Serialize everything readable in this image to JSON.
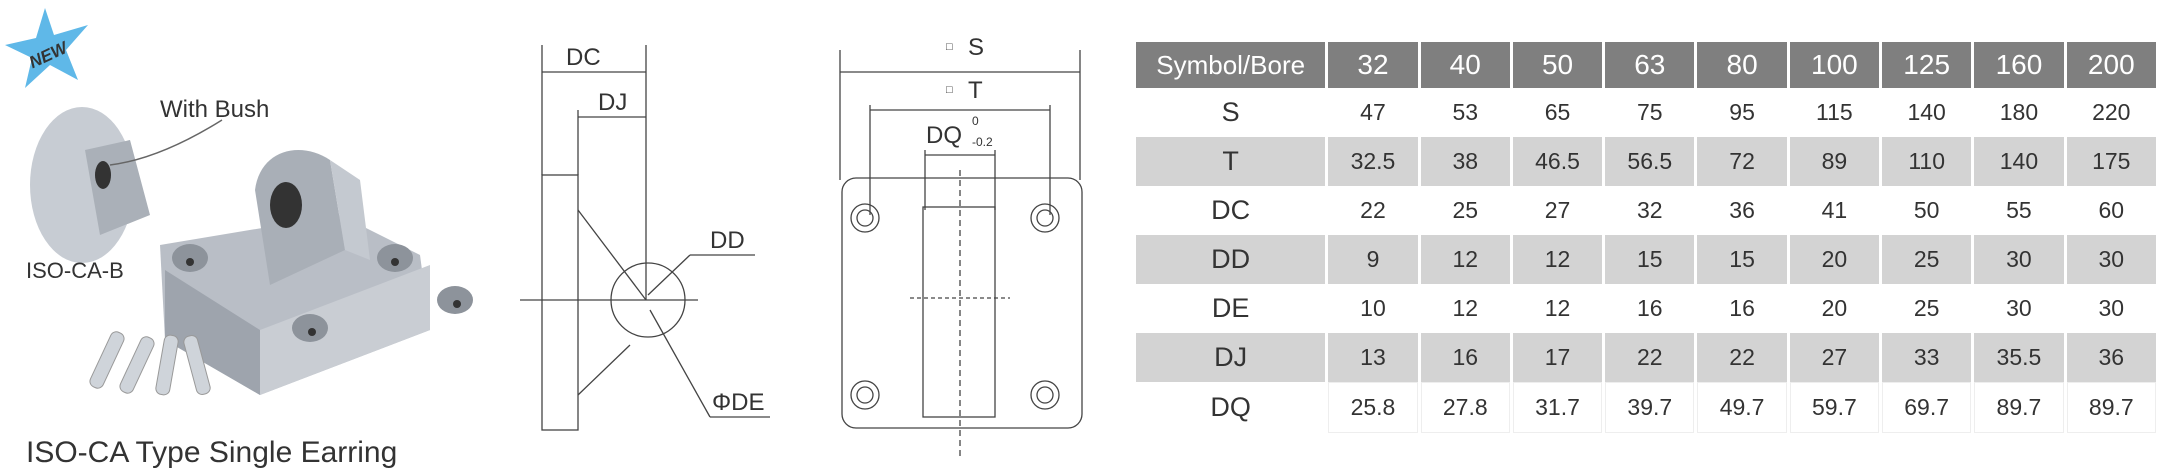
{
  "product": {
    "badge": "NEW",
    "bush_label": "With Bush",
    "variant_label": "ISO-CA-B",
    "caption": "ISO-CA Type Single Earring"
  },
  "side_view": {
    "dc": "DC",
    "dj": "DJ",
    "dd": "DD",
    "de": "ΦDE"
  },
  "front_view": {
    "s": "S",
    "t": "T",
    "dq": "DQ",
    "dq_tol_upper": "0",
    "dq_tol_lower": "-0.2",
    "square_symbol": "□"
  },
  "table": {
    "header": [
      "Symbol/Bore",
      "32",
      "40",
      "50",
      "63",
      "80",
      "100",
      "125",
      "160",
      "200"
    ],
    "rows": [
      {
        "symbol": "S",
        "values": [
          "47",
          "53",
          "65",
          "75",
          "95",
          "115",
          "140",
          "180",
          "220"
        ]
      },
      {
        "symbol": "T",
        "values": [
          "32.5",
          "38",
          "46.5",
          "56.5",
          "72",
          "89",
          "110",
          "140",
          "175"
        ]
      },
      {
        "symbol": "DC",
        "values": [
          "22",
          "25",
          "27",
          "32",
          "36",
          "41",
          "50",
          "55",
          "60"
        ]
      },
      {
        "symbol": "DD",
        "values": [
          "9",
          "12",
          "12",
          "15",
          "15",
          "20",
          "25",
          "30",
          "30"
        ]
      },
      {
        "symbol": "DE",
        "values": [
          "10",
          "12",
          "12",
          "16",
          "16",
          "20",
          "25",
          "30",
          "30"
        ]
      },
      {
        "symbol": "DJ",
        "values": [
          "13",
          "16",
          "17",
          "22",
          "22",
          "27",
          "33",
          "35.5",
          "36"
        ]
      },
      {
        "symbol": "DQ",
        "values": [
          "25.8",
          "27.8",
          "31.7",
          "39.7",
          "49.7",
          "59.7",
          "69.7",
          "89.7",
          "89.7"
        ]
      }
    ]
  }
}
